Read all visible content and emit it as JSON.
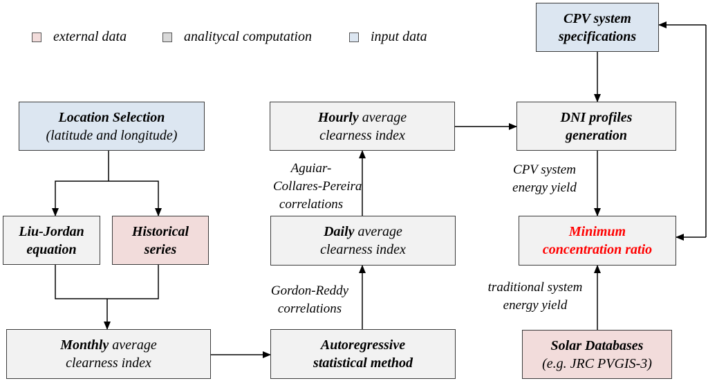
{
  "colors": {
    "external": "#f2dcdb",
    "analytical": "#d9d9d9",
    "input": "#dce6f1",
    "box_fill": "#f2f2f2",
    "highlight_text": "#ff0000"
  },
  "legend": {
    "external": "external data",
    "analytical": "analitycal computation",
    "input": "input data"
  },
  "boxes": {
    "location": {
      "title": "Location Selection",
      "subtitle": "(latitude and longitude)"
    },
    "liu_jordan": {
      "line1": "Liu-Jordan",
      "line2": "equation"
    },
    "historical": {
      "line1": "Historical",
      "line2": "series"
    },
    "monthly": {
      "bold": "Monthly",
      "rest": " average",
      "line2": "clearness index"
    },
    "autoregressive": {
      "line1": "Autoregressive",
      "line2": "statistical method"
    },
    "daily": {
      "bold": "Daily",
      "rest": " average",
      "line2": "clearness index"
    },
    "hourly": {
      "bold": "Hourly",
      "rest": " average",
      "line2": "clearness index"
    },
    "cpv_specs": {
      "line1": "CPV system",
      "line2": "specifications"
    },
    "dni": {
      "line1": "DNI profiles",
      "line2": "generation"
    },
    "min_ratio": {
      "line1": "Minimum",
      "line2": "concentration ratio"
    },
    "solar_db": {
      "line1": "Solar Databases",
      "line2": "(e.g. JRC PVGIS-3)"
    }
  },
  "edge_labels": {
    "aguiar": [
      "Aguiar-",
      "Collares-Pereira",
      "correlations"
    ],
    "gordon": [
      "Gordon-Reddy",
      "correlations"
    ],
    "cpv_yield": [
      "CPV system",
      "energy yield"
    ],
    "traditional_yield": [
      "traditional system",
      "energy yield"
    ]
  }
}
